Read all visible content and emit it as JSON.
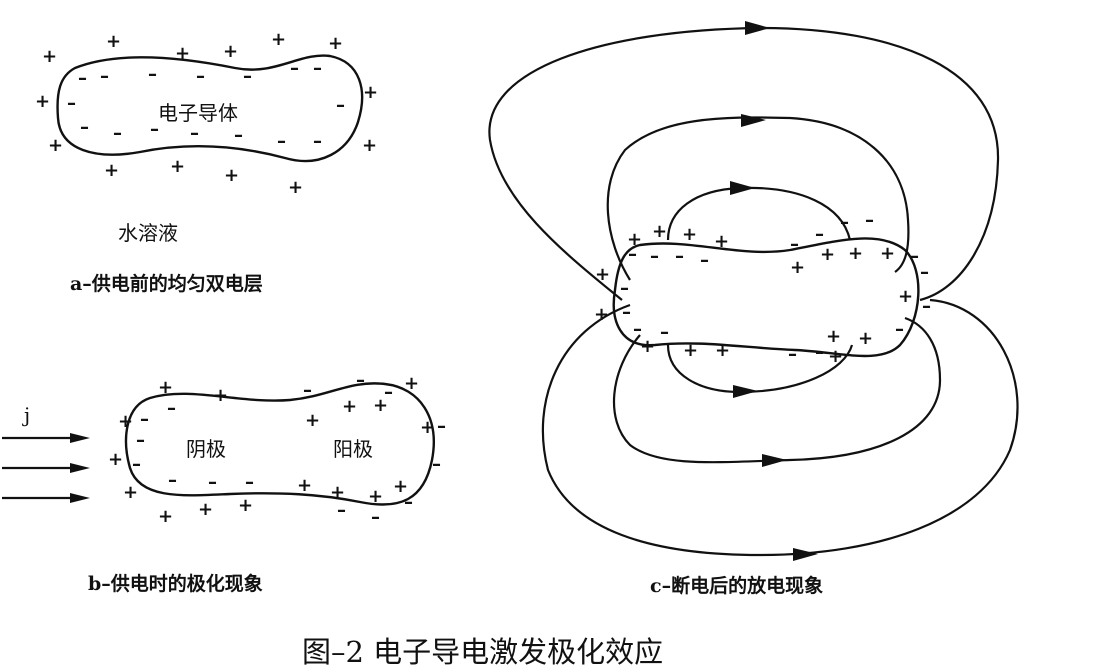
{
  "panel_a": {
    "conductor_label": "电子导体",
    "solution_label": "水溶液",
    "caption": "a–供电前的均匀双电层"
  },
  "panel_b": {
    "current_label": "j",
    "cathode_label": "阴极",
    "anode_label": "阳极",
    "caption": "b–供电时的极化现象"
  },
  "panel_c": {
    "caption": "c–断电后的放电现象"
  },
  "figure_caption": "图–2  电子导电激发极化效应"
}
